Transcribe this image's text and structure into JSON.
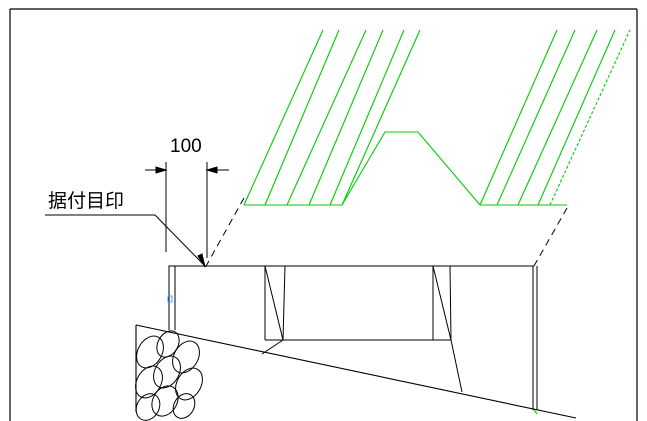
{
  "dimension": {
    "value": "100"
  },
  "callout": {
    "label": "据付目印"
  },
  "colors": {
    "line": "#000000",
    "sheet_pile": "#00cc00",
    "background": "#ffffff"
  },
  "elements": [
    "drawing-frame",
    "sheet-pile-section",
    "concrete-block",
    "sloped-ground",
    "stone-fill",
    "dimension-100",
    "installation-mark-callout"
  ]
}
